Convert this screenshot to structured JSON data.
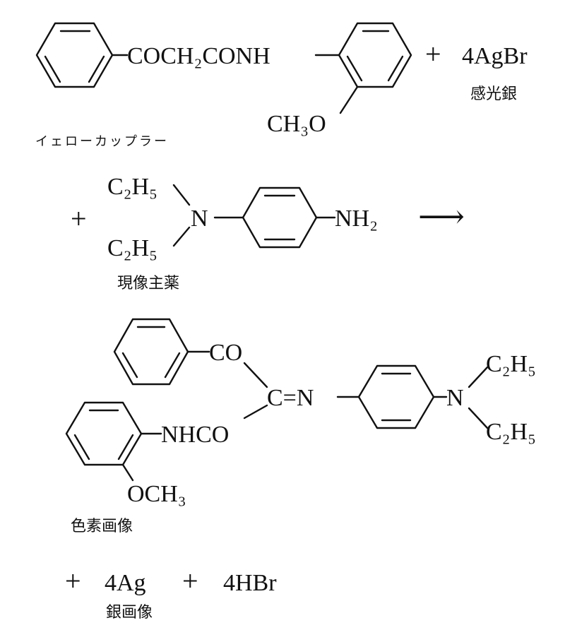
{
  "reaction": {
    "coupler_formula": "COCH₂CONH",
    "coupler_sub": "CH₃O",
    "coupler_name": "イェローカップラー",
    "plus_1": "+",
    "silver_reagent": "4AgBr",
    "silver_reagent_name": "感光銀",
    "plus_2": "+",
    "developer_ethyl_top": "C₂H₅",
    "developer_ethyl_bottom": "C₂H₅",
    "developer_n": "N",
    "developer_amine": "NH₂",
    "developer_name": "現像主薬",
    "arrow": "⟶",
    "dye_co": "CO",
    "dye_c_eq_n": "C=N",
    "dye_n": "N",
    "dye_ethyl_top": "C₂H₅",
    "dye_ethyl_bottom": "C₂H₅",
    "dye_nhco": "NHCO",
    "dye_och3": "OCH₃",
    "dye_name": "色素画像",
    "plus_3": "+",
    "silver_product": "4Ag",
    "plus_4": "+",
    "acid_product": "4HBr",
    "silver_product_name": "銀画像"
  }
}
